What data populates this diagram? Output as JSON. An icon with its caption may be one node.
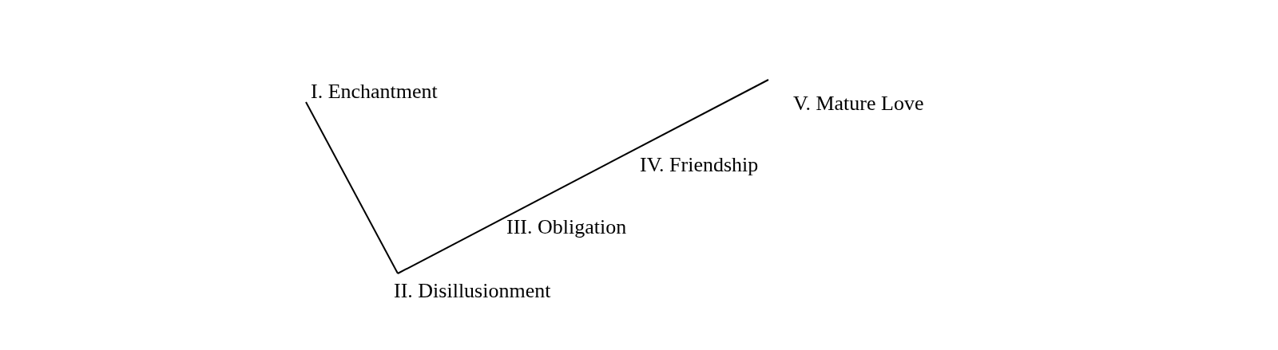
{
  "diagram": {
    "nodes": [
      {
        "text": [
          "I. Enchantment"
        ]
      },
      {
        "text": [
          "II. Disillusionment"
        ]
      },
      {
        "text": [
          "V. Mature Love"
        ]
      }
    ],
    "edges": [
      {
        "from": 0,
        "to": 1,
        "arrow": "none"
      },
      {
        "from": 1,
        "to": 2,
        "arrow": "none"
      }
    ],
    "labels": [
      "IV. Friendship",
      "III. Obligation"
    ]
  }
}
